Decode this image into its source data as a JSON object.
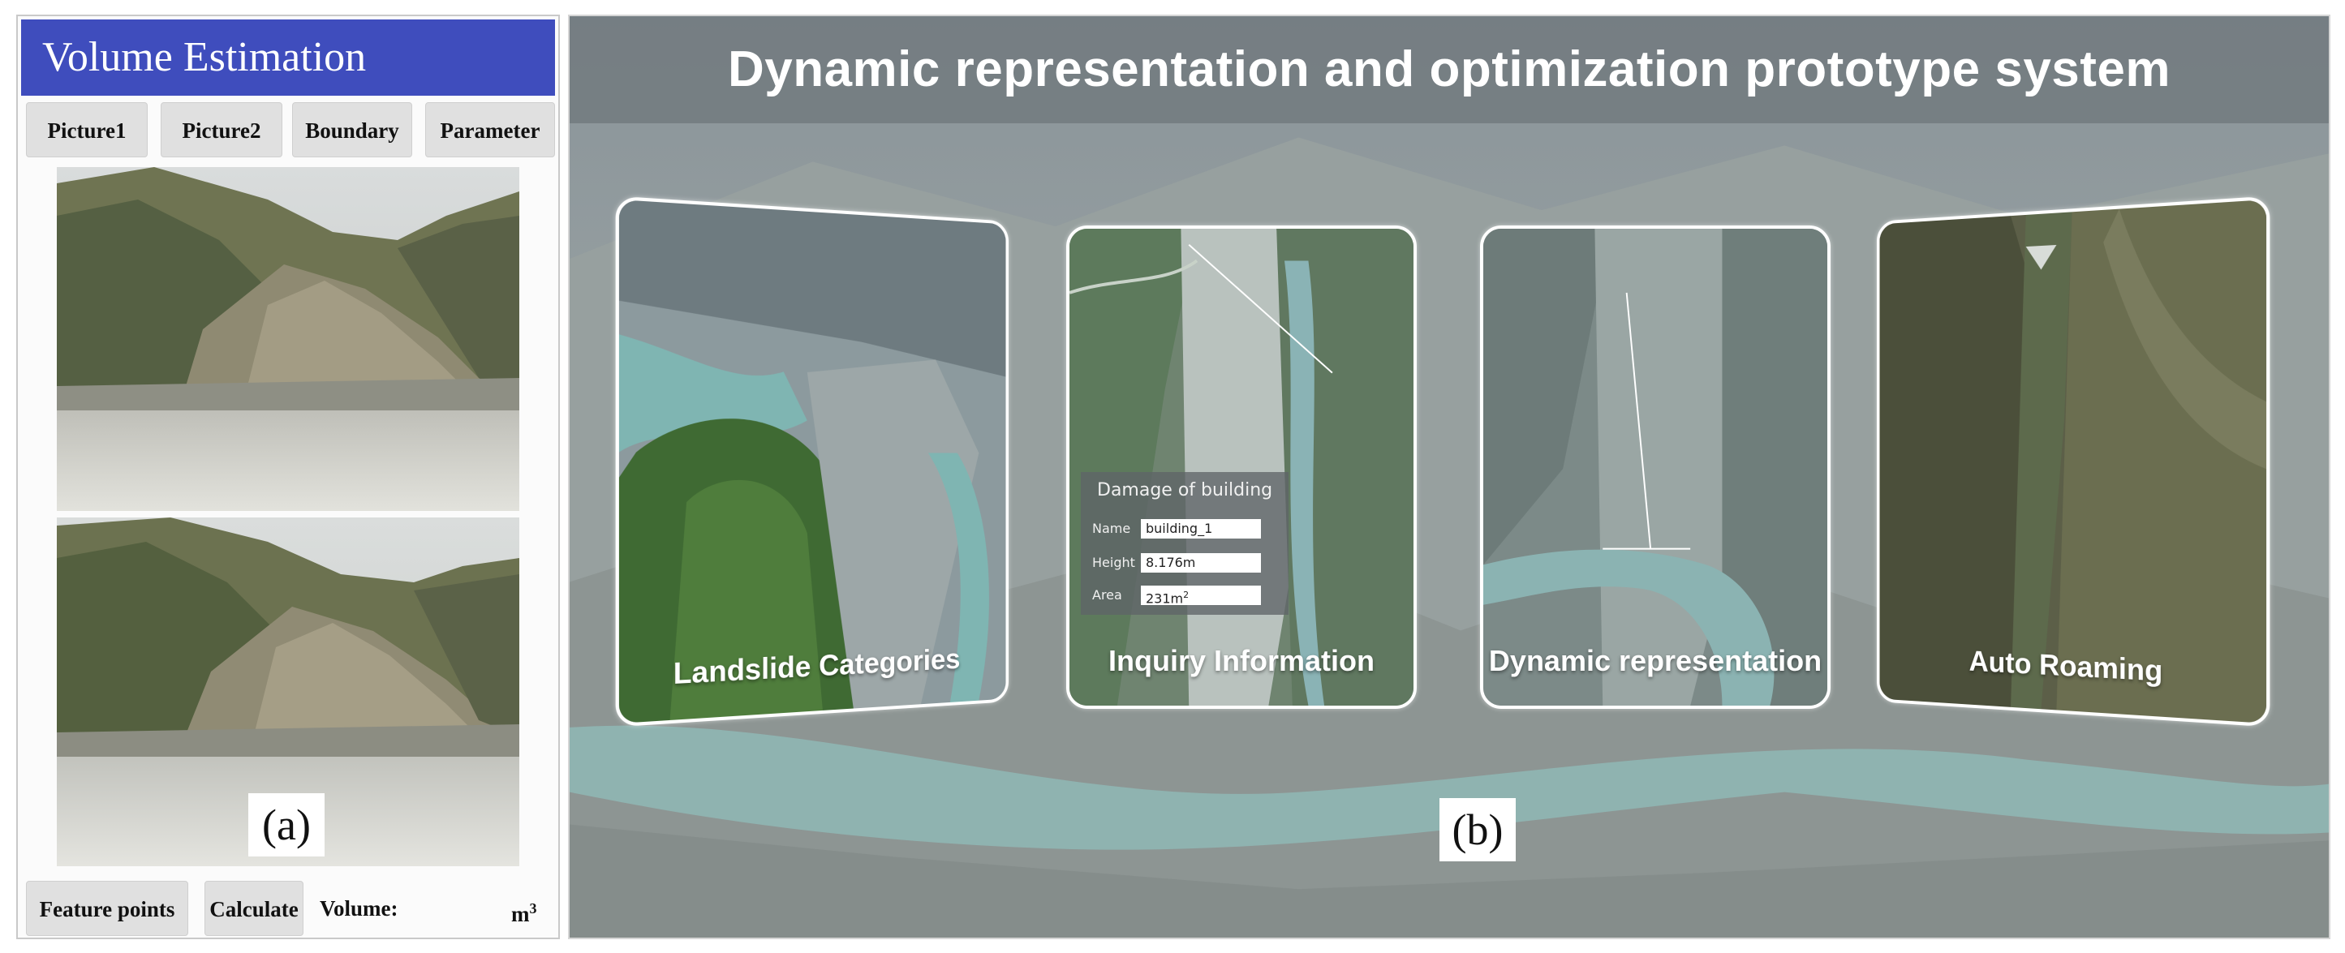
{
  "panel_a": {
    "title": "Volume Estimation",
    "toolbar": {
      "picture1": "Picture1",
      "picture2": "Picture2",
      "boundary": "Boundary",
      "parameter": "Parameter"
    },
    "bottom_bar": {
      "feature_points": "Feature points",
      "calculate": "Calculate",
      "volume_label": "Volume:",
      "volume_unit": "m",
      "volume_unit_sup": "3"
    },
    "label": "(a)"
  },
  "panel_b": {
    "title": "Dynamic representation and optimization prototype system",
    "cards": {
      "landslide": "Landslide Categories",
      "inquiry": "Inquiry Information",
      "dynamic": "Dynamic representation",
      "roaming": "Auto Roaming"
    },
    "popup": {
      "title": "Damage of building",
      "name_label": "Name",
      "name_value": "building_1",
      "height_label": "Height",
      "height_value": "8.176m",
      "area_label": "Area",
      "area_value": "231m",
      "area_sup": "2"
    },
    "label": "(b)"
  },
  "colors": {
    "title_bar": "#3f4dbd",
    "button_bg": "#e0e0e0",
    "card_border": "#ffffff"
  }
}
